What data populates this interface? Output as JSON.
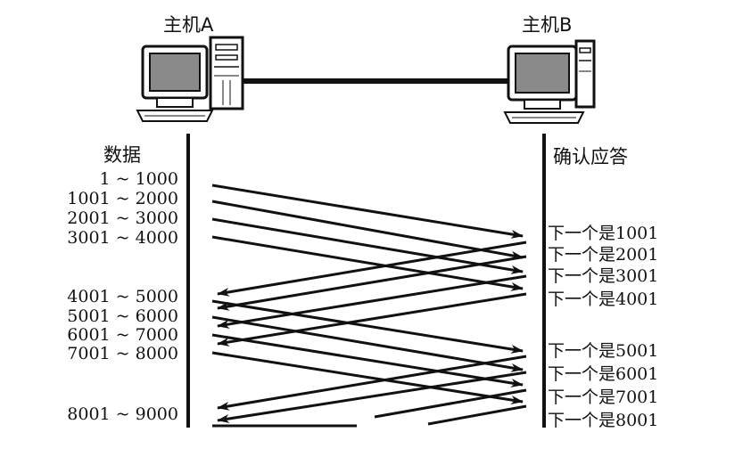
{
  "hosts": {
    "a": "主机A",
    "b": "主机B"
  },
  "columns": {
    "data": "数据",
    "ack": "确认应答"
  },
  "segments": [
    "1 ~ 1000",
    "1001 ~ 2000",
    "2001 ~ 3000",
    "3001 ~ 4000",
    "4001 ~ 5000",
    "5001 ~ 6000",
    "6001 ~ 7000",
    "7001 ~ 8000",
    "8001 ~ 9000"
  ],
  "acks": [
    "下一个是1001",
    "下一个是2001",
    "下一个是3001",
    "下一个是4001",
    "下一个是5001",
    "下一个是6001",
    "下一个是7001",
    "下一个是8001"
  ]
}
